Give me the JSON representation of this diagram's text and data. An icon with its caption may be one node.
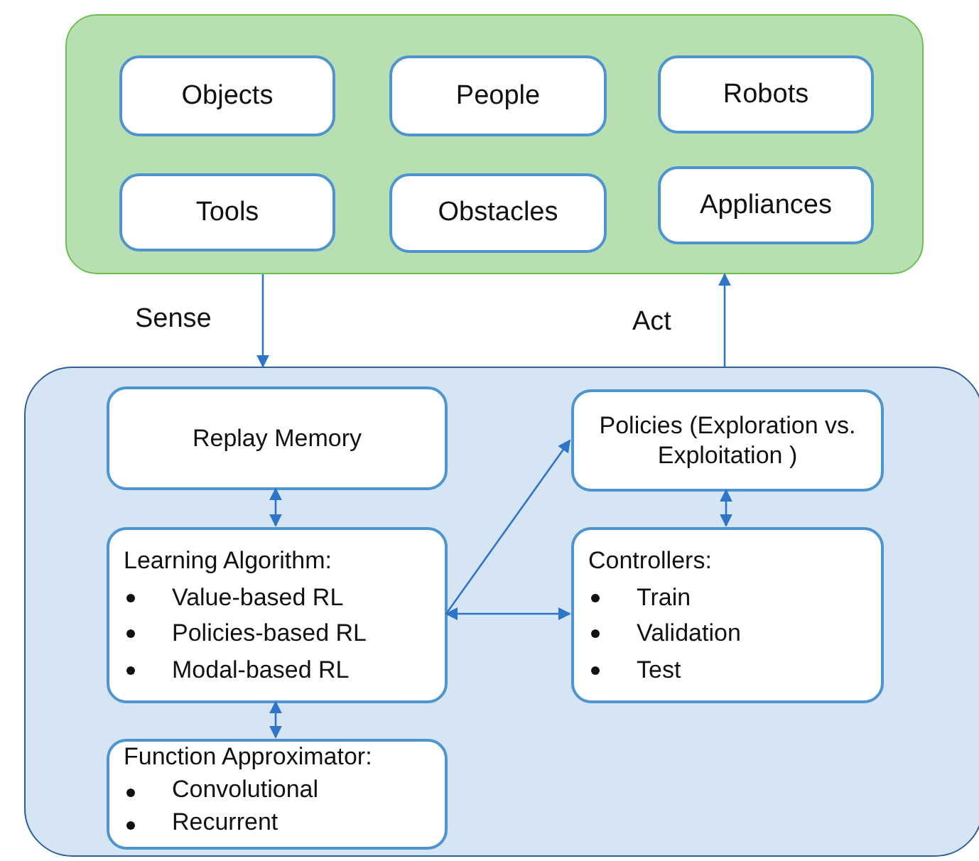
{
  "diagram": {
    "nodes": [
      {
        "text": [],
        "shape": "box"
      },
      {
        "text": [
          "Objects"
        ],
        "in": 0
      },
      {
        "text": [
          "People"
        ],
        "in": 0
      },
      {
        "text": [
          "Robots"
        ],
        "in": 0
      },
      {
        "text": [
          "Tools"
        ],
        "in": 0
      },
      {
        "text": [
          "Obstacles"
        ],
        "in": 0
      },
      {
        "text": [
          "Appliances"
        ],
        "in": 0
      },
      {
        "text": [],
        "shape": "box"
      },
      {
        "text": [
          "Replay Memory"
        ],
        "in": 7
      },
      {
        "text": [
          "Policies (Exploration vs. Exploitation )"
        ],
        "in": 7
      },
      {
        "text": [
          "Learning Algorithm:",
          "Value-based RL",
          "Policies-based RL",
          "Modal-based RL"
        ],
        "in": 7
      },
      {
        "text": [
          "Controllers:",
          "Train",
          "Validation",
          "Test"
        ],
        "in": 7
      },
      {
        "text": [
          "Function Approximator:",
          "Convolutional",
          "Recurrent"
        ],
        "in": 7
      }
    ],
    "edges": [
      {
        "from": 0,
        "to": 7,
        "arrow": "to",
        "label": "Sense"
      },
      {
        "from": 7,
        "to": 0,
        "arrow": "to",
        "label": "Act"
      },
      {
        "from": 8,
        "to": 10,
        "arrow": "both"
      },
      {
        "from": 10,
        "to": 9,
        "arrow": "to"
      },
      {
        "from": 10,
        "to": 11,
        "arrow": "both"
      },
      {
        "from": 9,
        "to": 11,
        "arrow": "both"
      },
      {
        "from": 10,
        "to": 12,
        "arrow": "both"
      }
    ]
  }
}
